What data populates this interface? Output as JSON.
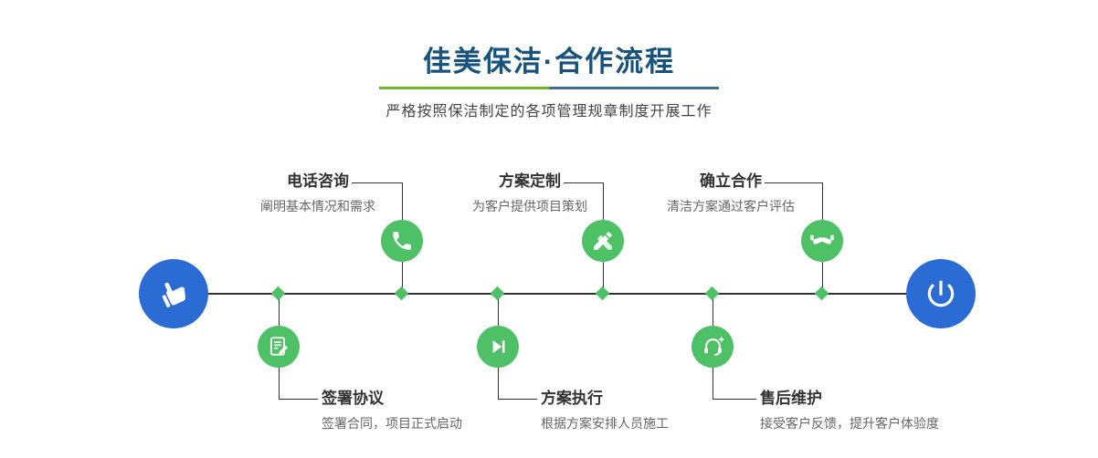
{
  "header": {
    "title": "佳美保洁·合作流程",
    "subtitle": "严格按照保洁制定的各项管理规章制度开展工作"
  },
  "colors": {
    "accent_green": "#4ec166",
    "accent_blue": "#2b6bd4",
    "title_blue": "#17537c",
    "divider_green": "#72b32c",
    "divider_blue": "#3f6e91",
    "line_color": "#333333"
  },
  "steps": [
    {
      "label": "电话咨询",
      "desc": "阐明基本情况和需求",
      "icon": "phone-icon",
      "position": "top"
    },
    {
      "label": "方案定制",
      "desc": "为客户提供项目策划",
      "icon": "pencil-icon",
      "position": "top"
    },
    {
      "label": "确立合作",
      "desc": "清洁方案通过客户评估",
      "icon": "handshake-icon",
      "position": "top"
    },
    {
      "label": "签署协议",
      "desc": "签署合同，项目正式启动",
      "icon": "contract-icon",
      "position": "bottom"
    },
    {
      "label": "方案执行",
      "desc": "根据方案安排人员施工",
      "icon": "play-next-icon",
      "position": "bottom"
    },
    {
      "label": "售后维护",
      "desc": "接受客户反馈，提升客户体验度",
      "icon": "headset-icon",
      "position": "bottom"
    }
  ],
  "endpoints": {
    "start_icon": "pointing-hand-icon",
    "end_icon": "power-icon"
  }
}
